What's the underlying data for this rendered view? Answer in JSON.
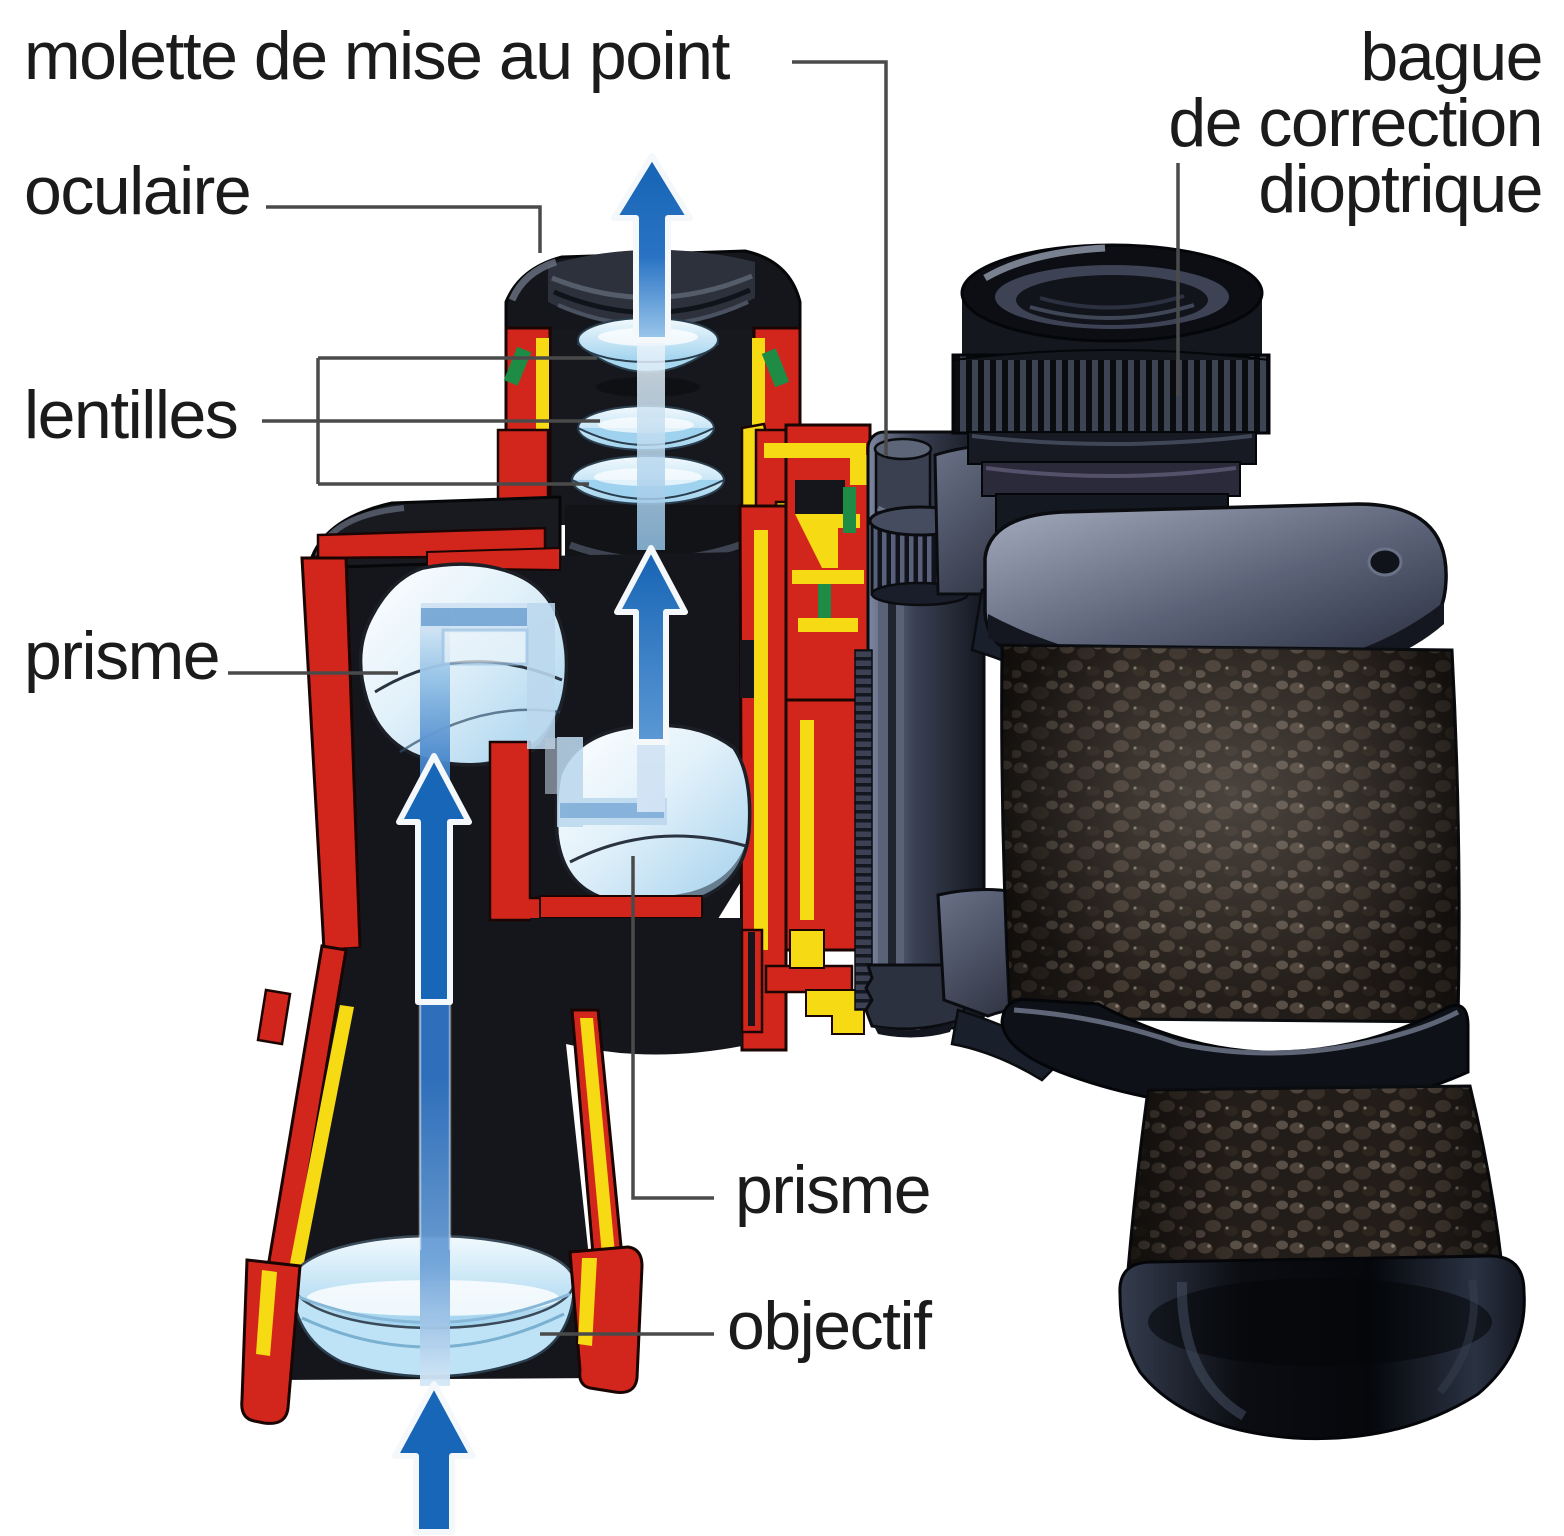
{
  "labels": {
    "focus_wheel": "molette de mise au point",
    "eyepiece": "oculaire",
    "lenses": "lentilles",
    "prism_upper": "prisme",
    "diopter_line1": "bague",
    "diopter_line2": "de correction",
    "diopter_line3": "dioptrique",
    "prism_lower": "prisme",
    "objective": "objectif"
  },
  "colors": {
    "background": "#ffffff",
    "label_text": "#1b1b1b",
    "leader_line": "#4a4a4a",
    "cutaway_red": "#d2261c",
    "lining_yellow": "#f6da14",
    "seal_green": "#1e8c44",
    "light_arrow_blue": "#1766b8",
    "lens_blue": "#bfe3f6",
    "metal_slate": "#565d72",
    "leather_dark": "#241e1a"
  }
}
